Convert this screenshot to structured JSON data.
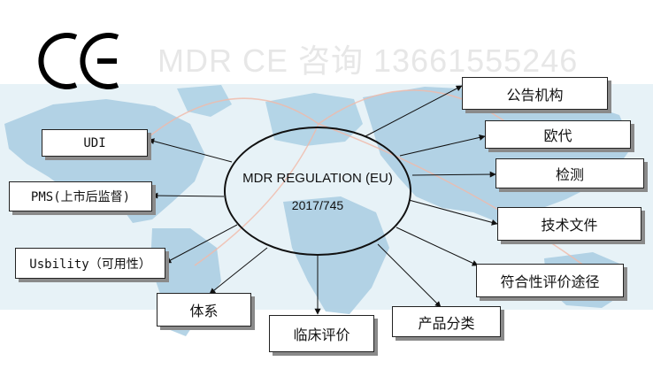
{
  "logo": "CE",
  "watermark": "MDR CE 咨询 13661555246",
  "center": {
    "title": "MDR REGULATION (EU)",
    "subtitle": "2017/745"
  },
  "nodes": [
    {
      "id": "notified-body",
      "label": "公告机构"
    },
    {
      "id": "ec-rep",
      "label": "欧代"
    },
    {
      "id": "testing",
      "label": "检测"
    },
    {
      "id": "tech-doc",
      "label": "技术文件"
    },
    {
      "id": "conformity",
      "label": "符合性评价途径"
    },
    {
      "id": "classification",
      "label": "产品分类"
    },
    {
      "id": "clinical",
      "label": "临床评价"
    },
    {
      "id": "qms",
      "label": "体系"
    },
    {
      "id": "usability",
      "label": "Usbility（可用性）"
    },
    {
      "id": "pms",
      "label": "PMS(上市后监督)"
    },
    {
      "id": "udi",
      "label": "UDI"
    }
  ],
  "colors": {
    "ocean": "#d4e7f1",
    "land": "#a8cde2",
    "arrow": "#111111",
    "route": "#f2b9a8"
  }
}
